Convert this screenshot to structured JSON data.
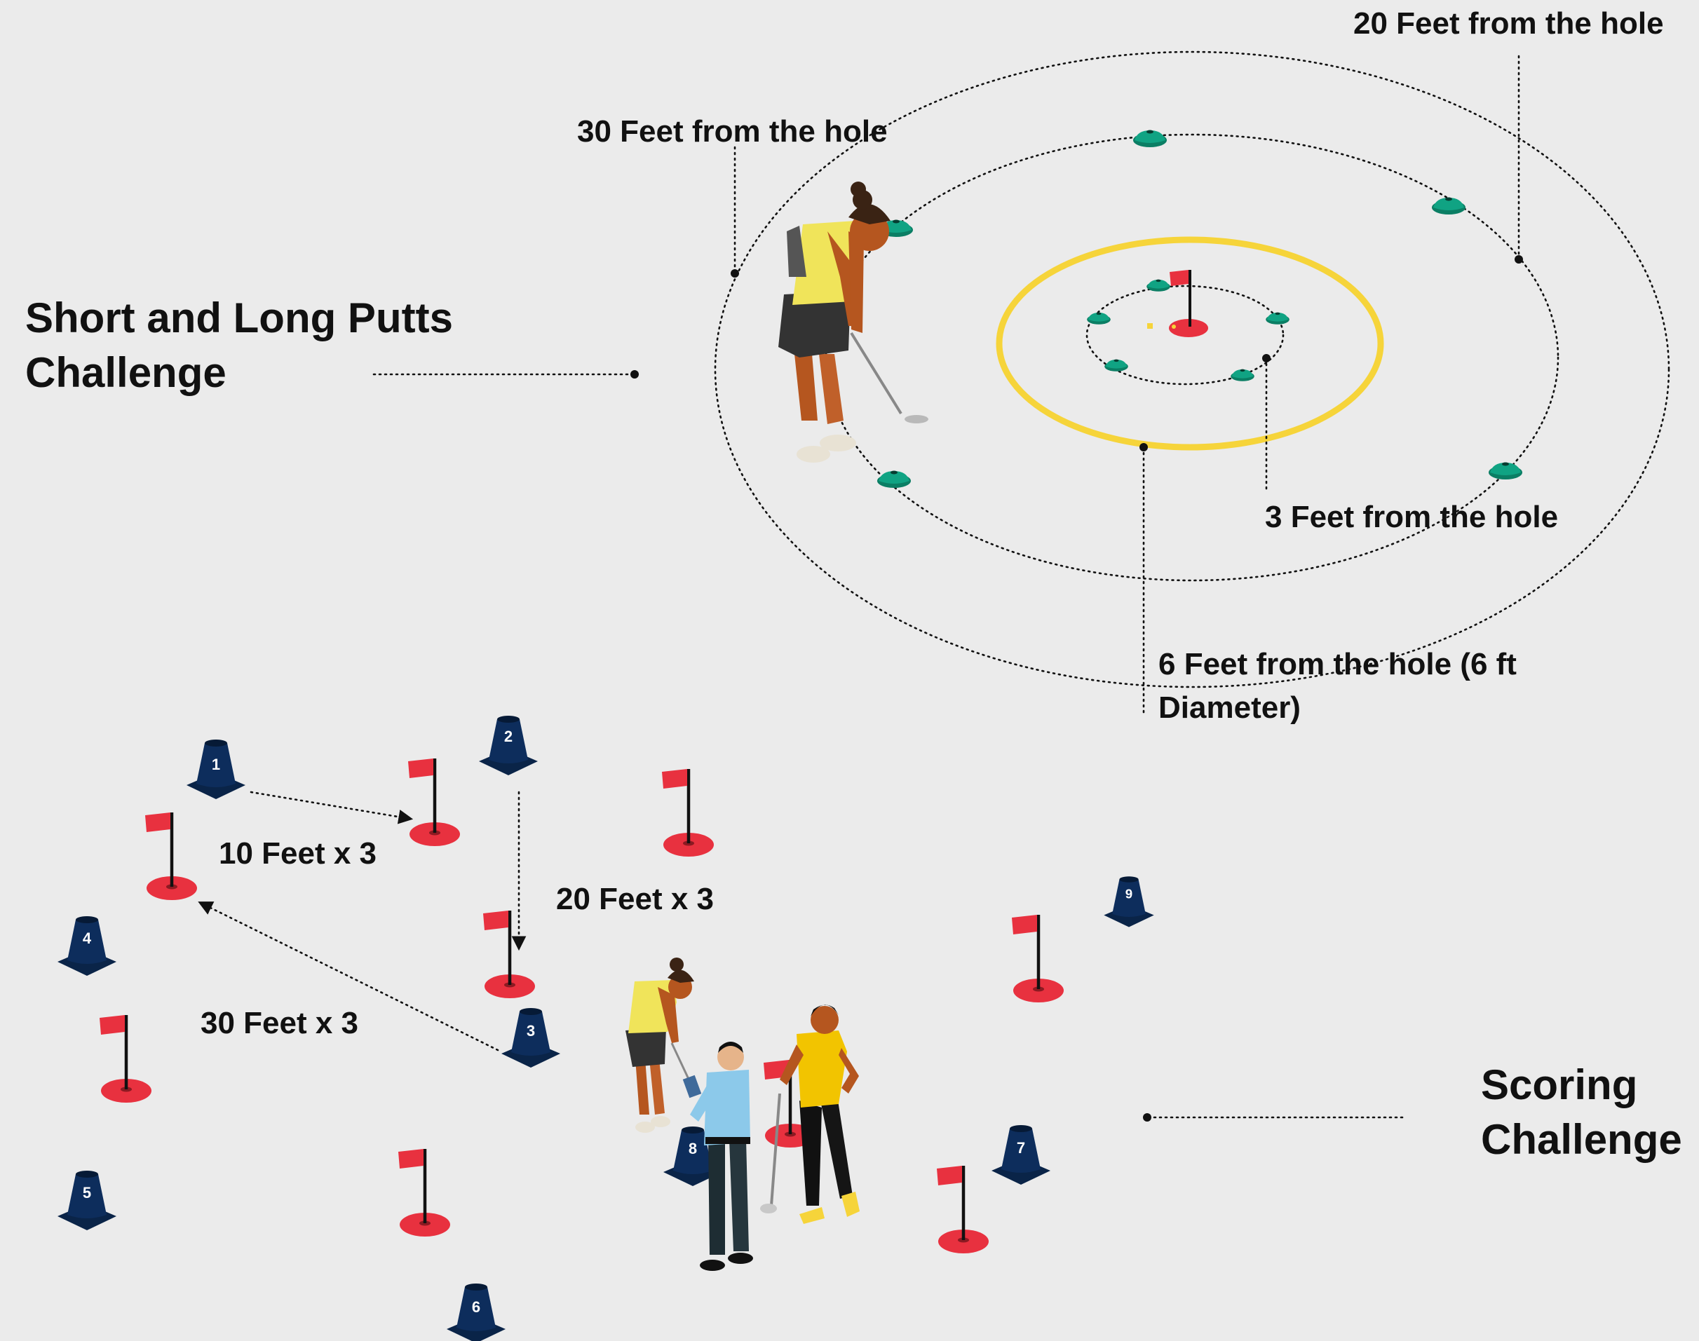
{
  "sections": {
    "putts_title_line1": "Short and Long Putts",
    "putts_title_line2": "Challenge",
    "scoring_title_line1": "Scoring",
    "scoring_title_line2": "Challenge"
  },
  "distance_labels": {
    "thirty_feet": "30 Feet from the hole",
    "twenty_feet": "20 Feet from the hole",
    "three_feet": "3 Feet from the hole",
    "six_feet_line1": "6 Feet from the hole (6 ft",
    "six_feet_line2": "Diameter)"
  },
  "drill_labels": {
    "ten_feet": "10 Feet x 3",
    "twenty_feet": "20 Feet x 3",
    "thirty_feet": "30 Feet x 3"
  },
  "cones": [
    "1",
    "2",
    "3",
    "4",
    "5",
    "6",
    "7",
    "8",
    "9"
  ],
  "colors": {
    "background": "#ebebeb",
    "cone": "#0d2d5c",
    "flag": "#e8313f",
    "marker": "#10a383",
    "ring": "#f6d43a",
    "shirt_yellow": "#f0e45a"
  }
}
